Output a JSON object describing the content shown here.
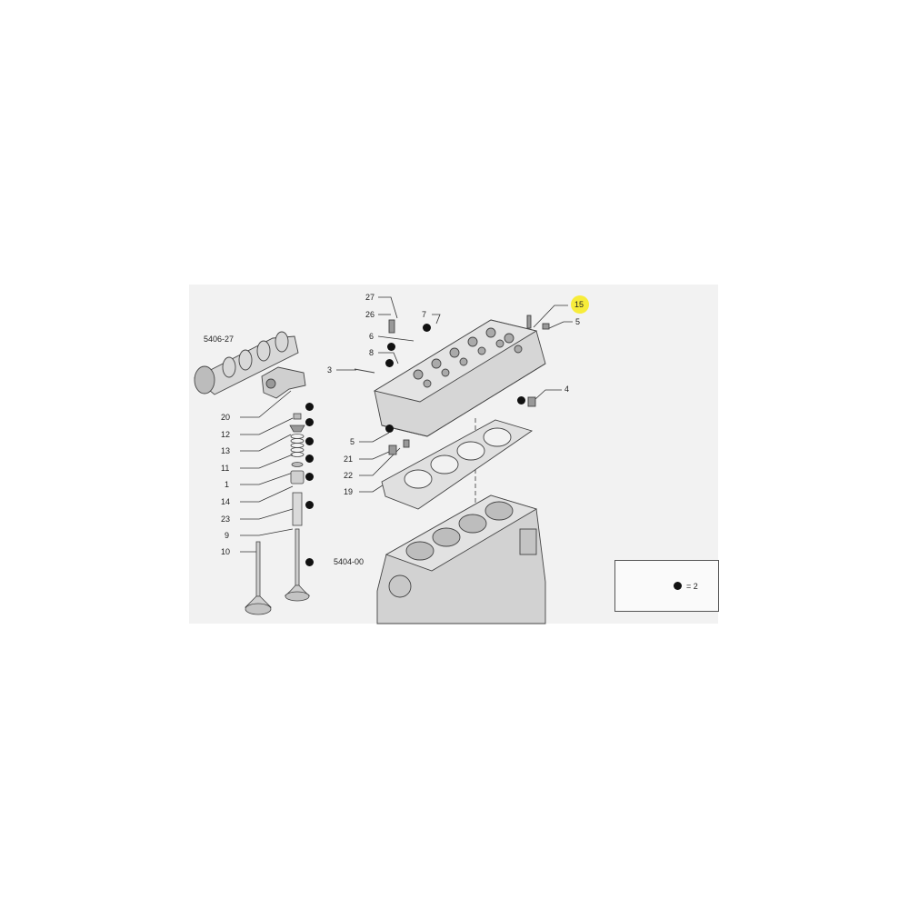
{
  "labels": {
    "l27": "27",
    "l26": "26",
    "l7": "7",
    "l6": "6",
    "l8": "8",
    "l3": "3",
    "l15": "15",
    "l5a": "5",
    "l4": "4",
    "l5406": "5406-27",
    "l20": "20",
    "l12": "12",
    "l13": "13",
    "l11": "11",
    "l1": "1",
    "l14": "14",
    "l23": "23",
    "l9": "9",
    "l10": "10",
    "l5b": "5",
    "l21": "21",
    "l22": "22",
    "l19": "19",
    "l5404": "5404-00"
  },
  "legend": {
    "text": "= 2"
  },
  "colors": {
    "highlight": "#f7ec3a",
    "panel": "#f2f2f2",
    "ink": "#222222"
  }
}
